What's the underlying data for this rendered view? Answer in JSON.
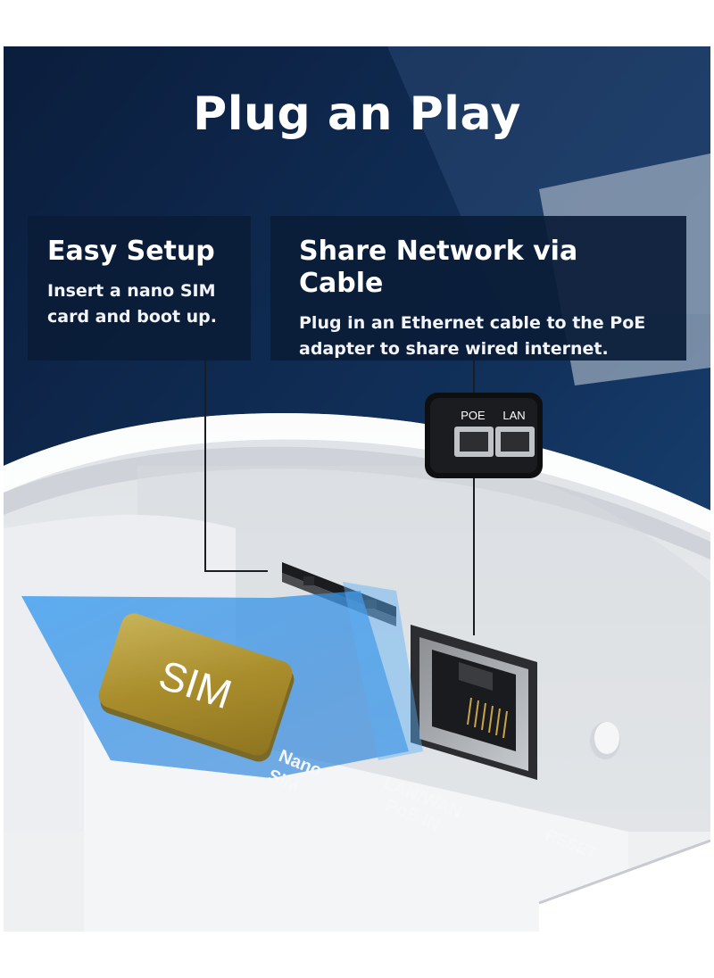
{
  "headline": "Plug an Play",
  "cards": {
    "easy_setup": {
      "title": "Easy Setup",
      "line1": "Insert a nano SIM",
      "line2": "card and boot up."
    },
    "share_network": {
      "title": "Share Network via Cable",
      "line1": "Plug in an Ethernet cable to the PoE",
      "line2": "adapter to share wired internet."
    }
  },
  "poe_adapter": {
    "port1_label": "POE",
    "port2_label": "LAN"
  },
  "device_labels": {
    "nano_sim_line1": "Nano",
    "nano_sim_line2": "SIM",
    "lan_wan_line1": "LAN/WAN",
    "lan_wan_line2": "PoE IN",
    "reset": "RESET"
  },
  "sim_card": {
    "label": "SIM"
  },
  "colors": {
    "navy": "#0a1c37",
    "highlight_blue": "#2f8fe6",
    "sim_gold": "#b59a3a"
  }
}
